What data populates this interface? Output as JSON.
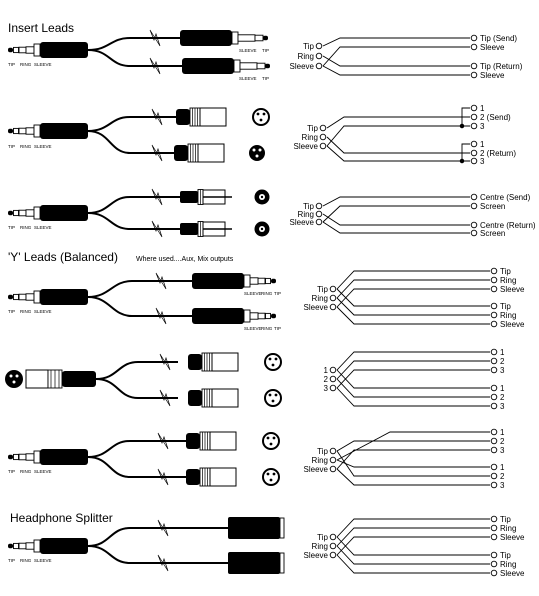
{
  "sections": {
    "insert": "Insert Leads",
    "y": "'Y' Leads (Balanced)",
    "hp": "Headphone Splitter"
  },
  "note": "Where used....Aux, Mix outputs",
  "plug_labels": {
    "tip": "TIP",
    "ring": "RING",
    "sleeve": "SLEEVE"
  },
  "pins": {
    "tip": "Tip",
    "ring": "Ring",
    "sleeve": "Sleeve",
    "tip_send": "Tip (Send)",
    "tip_return": "Tip (Return)",
    "send2": "2 (Send)",
    "return2": "2 (Return)",
    "centre_send": "Centre (Send)",
    "centre_return": "Centre (Return)",
    "screen": "Screen",
    "one": "1",
    "two": "2",
    "three": "3"
  }
}
